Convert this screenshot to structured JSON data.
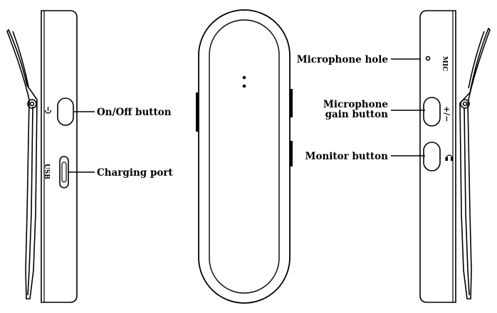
{
  "labels": {
    "on_off": "On/Off button",
    "charging": "Charging port",
    "mic_hole": "Microphone hole",
    "mic_gain_line1": "Microphone",
    "mic_gain_line2": "gain button",
    "monitor": "Monitor button"
  },
  "device_text": {
    "usb": "USB",
    "mic": "MIC",
    "gain_symbol": "+/−"
  },
  "icons": [
    "power-icon",
    "usb-port-icon",
    "headphone-icon",
    "microphone-hole-icon"
  ]
}
